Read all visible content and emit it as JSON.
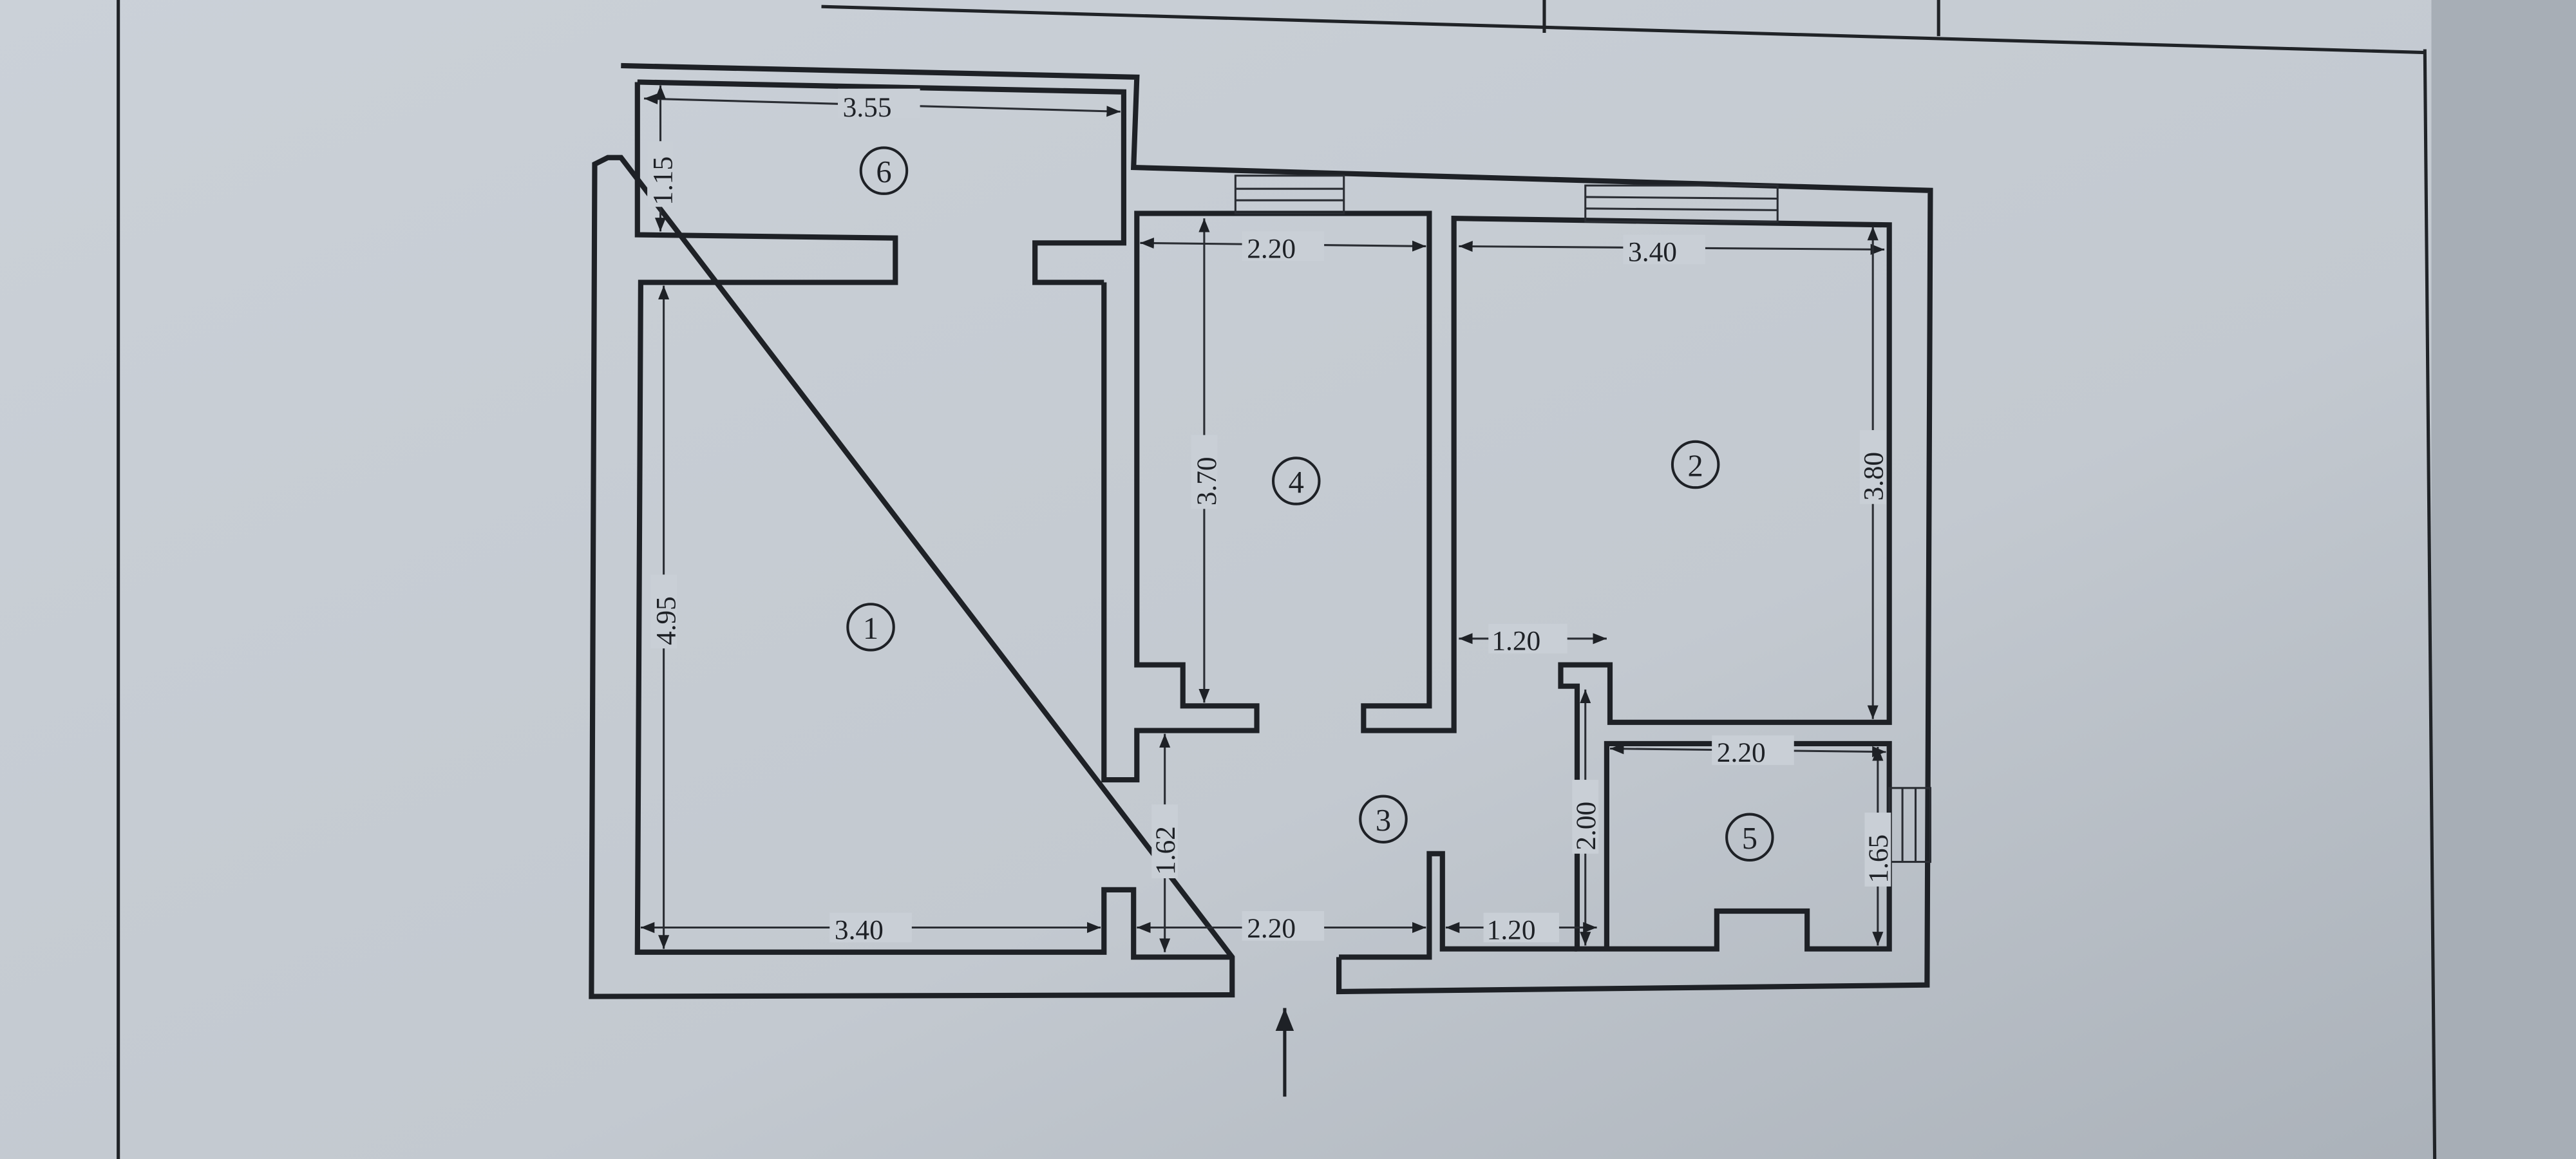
{
  "document": {
    "type": "floor plan",
    "colors": {
      "paper": "#cdd3da",
      "ink": "#1e2126",
      "edge": "#9aa1a9"
    }
  },
  "rooms": [
    {
      "number": "1"
    },
    {
      "number": "2"
    },
    {
      "number": "3"
    },
    {
      "number": "4"
    },
    {
      "number": "5"
    },
    {
      "number": "6"
    }
  ],
  "dimensions": {
    "room6_width": "3.55",
    "room6_depth": "1.15",
    "room4_width": "2.20",
    "room2_width": "3.40",
    "room4_length": "3.70",
    "room2_length": "3.80",
    "room1_length": "4.95",
    "room2_door_offset": "1.20",
    "room5_width": "2.20",
    "room5_offset": "2.00",
    "room5_depth": "1.65",
    "hall_depth": "1.62",
    "room1_width": "3.40",
    "hall_width": "2.20",
    "hall_offset": "1.20"
  },
  "entrance": {
    "icon": "arrow-up-icon"
  }
}
